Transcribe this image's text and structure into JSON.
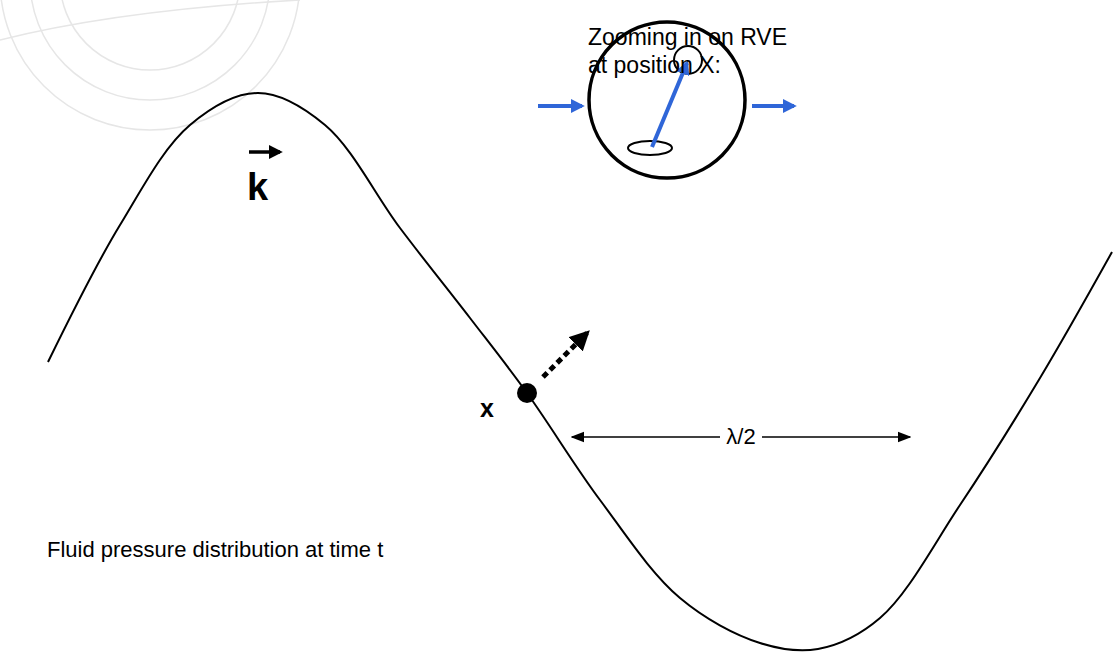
{
  "diagram": {
    "labels": [
      "k",
      "Zooming in on RVE at position X:",
      "x",
      "λ/2",
      "Fluid pressure distribution at time t"
    ]
  }
}
